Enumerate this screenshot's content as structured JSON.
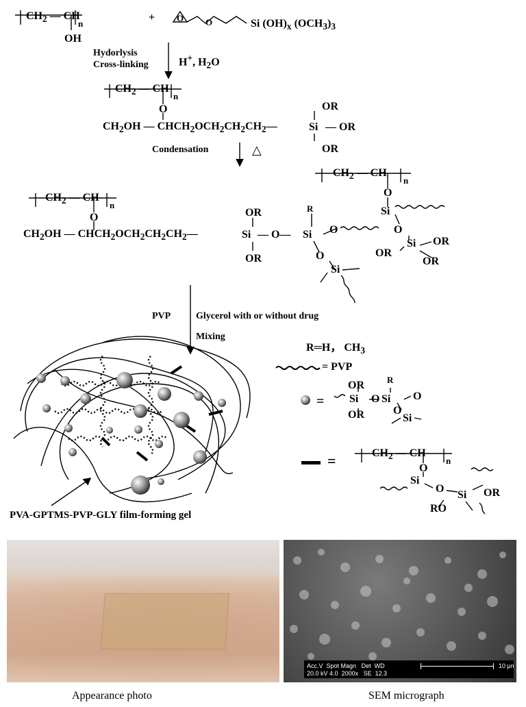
{
  "reaction": {
    "pva_repeat": [
      "CH",
      "2",
      "CH",
      "n"
    ],
    "oh": "OH",
    "plus": "+",
    "silane": "Si (OH)",
    "silane_x": "x",
    "silane_och3": "(OCH",
    "silane_3a": "3",
    "silane_close": ")",
    "silane_3b": "3",
    "step1_line1": "Hydorlysis",
    "step1_line2": "Cross-linking",
    "step1_reagent": "H",
    "step1_plus": "+",
    "step1_water": ", H",
    "step1_water_2": "2",
    "step1_water_o": "O",
    "o": "O",
    "or": "OR",
    "chain1": "CH",
    "chain1_2": "2",
    "chain1_rest": "OH — CHCH",
    "chain1_rest_2": "2",
    "chain1_rest2": "OCH",
    "chain1_rest2_2": "2",
    "chain1_rest3": "CH",
    "chain1_rest3_2": "2",
    "chain1_rest4": "CH",
    "chain1_rest4_2": "2",
    "si": "Si",
    "dash_or": "— OR",
    "step2": "Condensation",
    "step2_symbol": "△",
    "chain2": "CH",
    "chain2_2": "2",
    "chain2_rest": "OH — CHCH",
    "chain2_rest_2": "2",
    "chain2_rest2": "OCH",
    "chain2_rest2_2": "2",
    "chain2_rest3": "CH",
    "chain2_rest3_2": "2",
    "chain2_rest4": "CH",
    "chain2_rest4_2": "2",
    "r": "R",
    "step3_left": "PVP",
    "step3_right": "Glycerol with or without drug",
    "step3_mix": "Mixing"
  },
  "legend": {
    "r_def": "R═H， CH",
    "r_def_3": "3",
    "pvp_eq": "= PVP",
    "eq": "=",
    "or": "OR",
    "r": "R",
    "si": "Si",
    "o": "O",
    "ro": "RO"
  },
  "gel_label": "PVA-GPTMS-PVP-GLY film-forming gel",
  "photos": {
    "appearance_caption": "Appearance photo",
    "sem_caption": "SEM micrograph",
    "sem_info": {
      "row1": [
        "Acc.V",
        "Spot Magn",
        "Det",
        "WD"
      ],
      "row2": [
        "20.0 kV 4.0",
        "2000x",
        "SE",
        "12.3"
      ],
      "scale": "10 μm"
    }
  },
  "colors": {
    "ink": "#000000",
    "skin": "#d4ae95",
    "sem_background": "#555555"
  }
}
